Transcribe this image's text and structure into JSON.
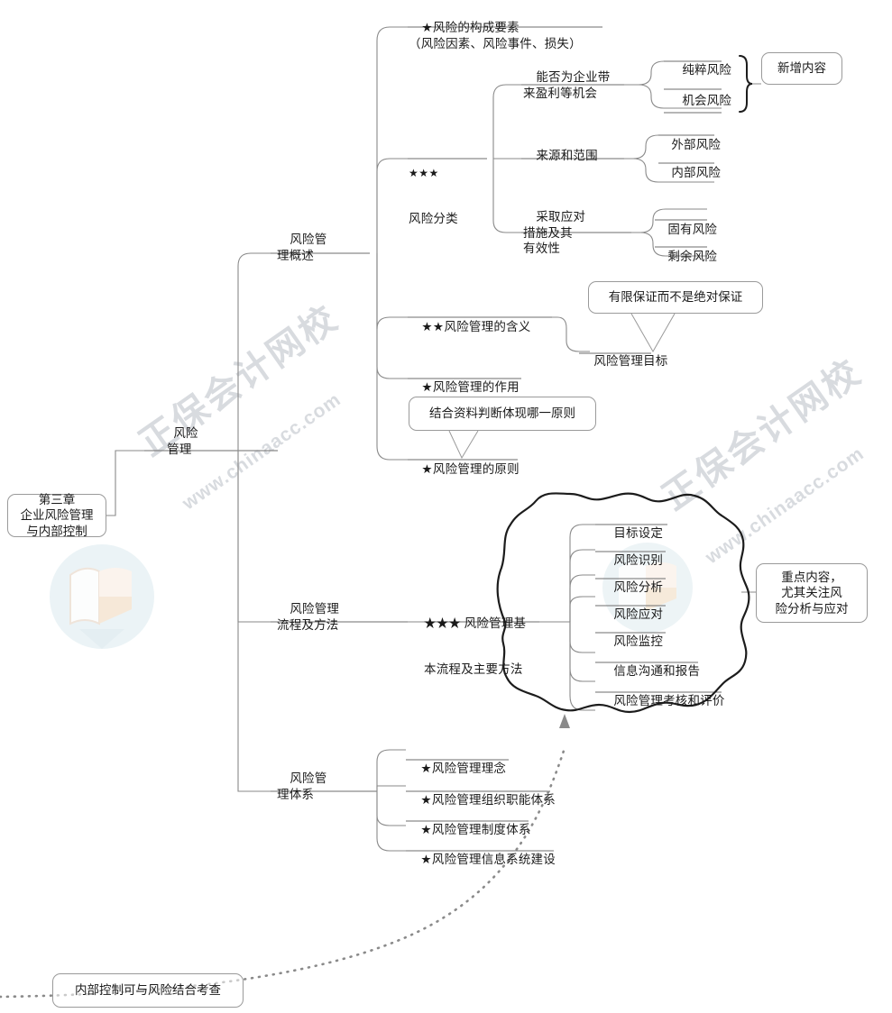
{
  "meta": {
    "title": "第三章 企业风险管理与内部控制 思维导图",
    "line_color": "#8a8a8a",
    "dark_line_color": "#1c1c1c",
    "text_color": "#1a1a1a",
    "watermark_color": "#b9bec6"
  },
  "root": {
    "label": "第三章\n企业风险管理\n与内部控制"
  },
  "trunk": {
    "label": "风险\n管理"
  },
  "branches": [
    {
      "id": "overview",
      "label": "风险管\n理概述",
      "children": [
        {
          "id": "elements",
          "stars": "★",
          "label": "风险的构成要素\n（风险因素、风险事件、损失）"
        },
        {
          "id": "classification",
          "stars": "★★★",
          "label": "风险分类",
          "children": [
            {
              "id": "profit-opportunity",
              "label": "能否为企业带\n来盈利等机会",
              "leaves": [
                "纯粹风险",
                "机会风险"
              ],
              "callout": "新增内容",
              "has_brace": true
            },
            {
              "id": "source-scope",
              "label": "来源和范围",
              "leaves": [
                "外部风险",
                "内部风险"
              ],
              "has_brace": false
            },
            {
              "id": "response-effectiveness",
              "label": "采取应对\n措施及其\n有效性",
              "leaves": [
                "固有风险",
                "剩余风险"
              ],
              "has_brace": false
            }
          ]
        },
        {
          "id": "meaning",
          "stars": "★★",
          "label": "风险管理的含义",
          "children": [
            {
              "id": "goal",
              "label": "风险管理目标",
              "callout": "有限保证而不是绝对保证"
            }
          ]
        },
        {
          "id": "function",
          "stars": "★",
          "label": "风险管理的作用"
        },
        {
          "id": "principle",
          "stars": "★",
          "label": "风险管理的原则",
          "callout": "结合资料判断体现哪一原则"
        }
      ]
    },
    {
      "id": "process",
      "label": "风险管理\n流程及方法",
      "children": [
        {
          "id": "basic-process",
          "stars": "★★★",
          "label": "风险管理基\n本流程及主要方法",
          "label_line1": "★★★ 风险管理基",
          "label_line2": "本流程及主要方法",
          "steps": [
            "目标设定",
            "风险识别",
            "风险分析",
            "风险应对",
            "风险监控",
            "信息沟通和报告",
            "风险管理考核和评价"
          ],
          "callout": "重点内容，\n尤其关注风\n险分析与应对"
        }
      ]
    },
    {
      "id": "system",
      "label": "风险管\n理体系",
      "children": [
        {
          "id": "concept",
          "stars": "★",
          "label": "风险管理理念"
        },
        {
          "id": "org",
          "stars": "★",
          "label": "风险管理组织职能体系"
        },
        {
          "id": "institution",
          "stars": "★",
          "label": "风险管理制度体系"
        },
        {
          "id": "info-system",
          "stars": "★",
          "label": "风险管理信息系统建设"
        }
      ]
    }
  ],
  "footnote": {
    "label": "内部控制可与风险结合考查"
  },
  "watermarks": [
    {
      "id": "wm-left",
      "big": "正保会计网校",
      "small": "www.chinaacc.com"
    },
    {
      "id": "wm-right",
      "big": "正保会计网校",
      "small": "www.chinaacc.com"
    }
  ]
}
